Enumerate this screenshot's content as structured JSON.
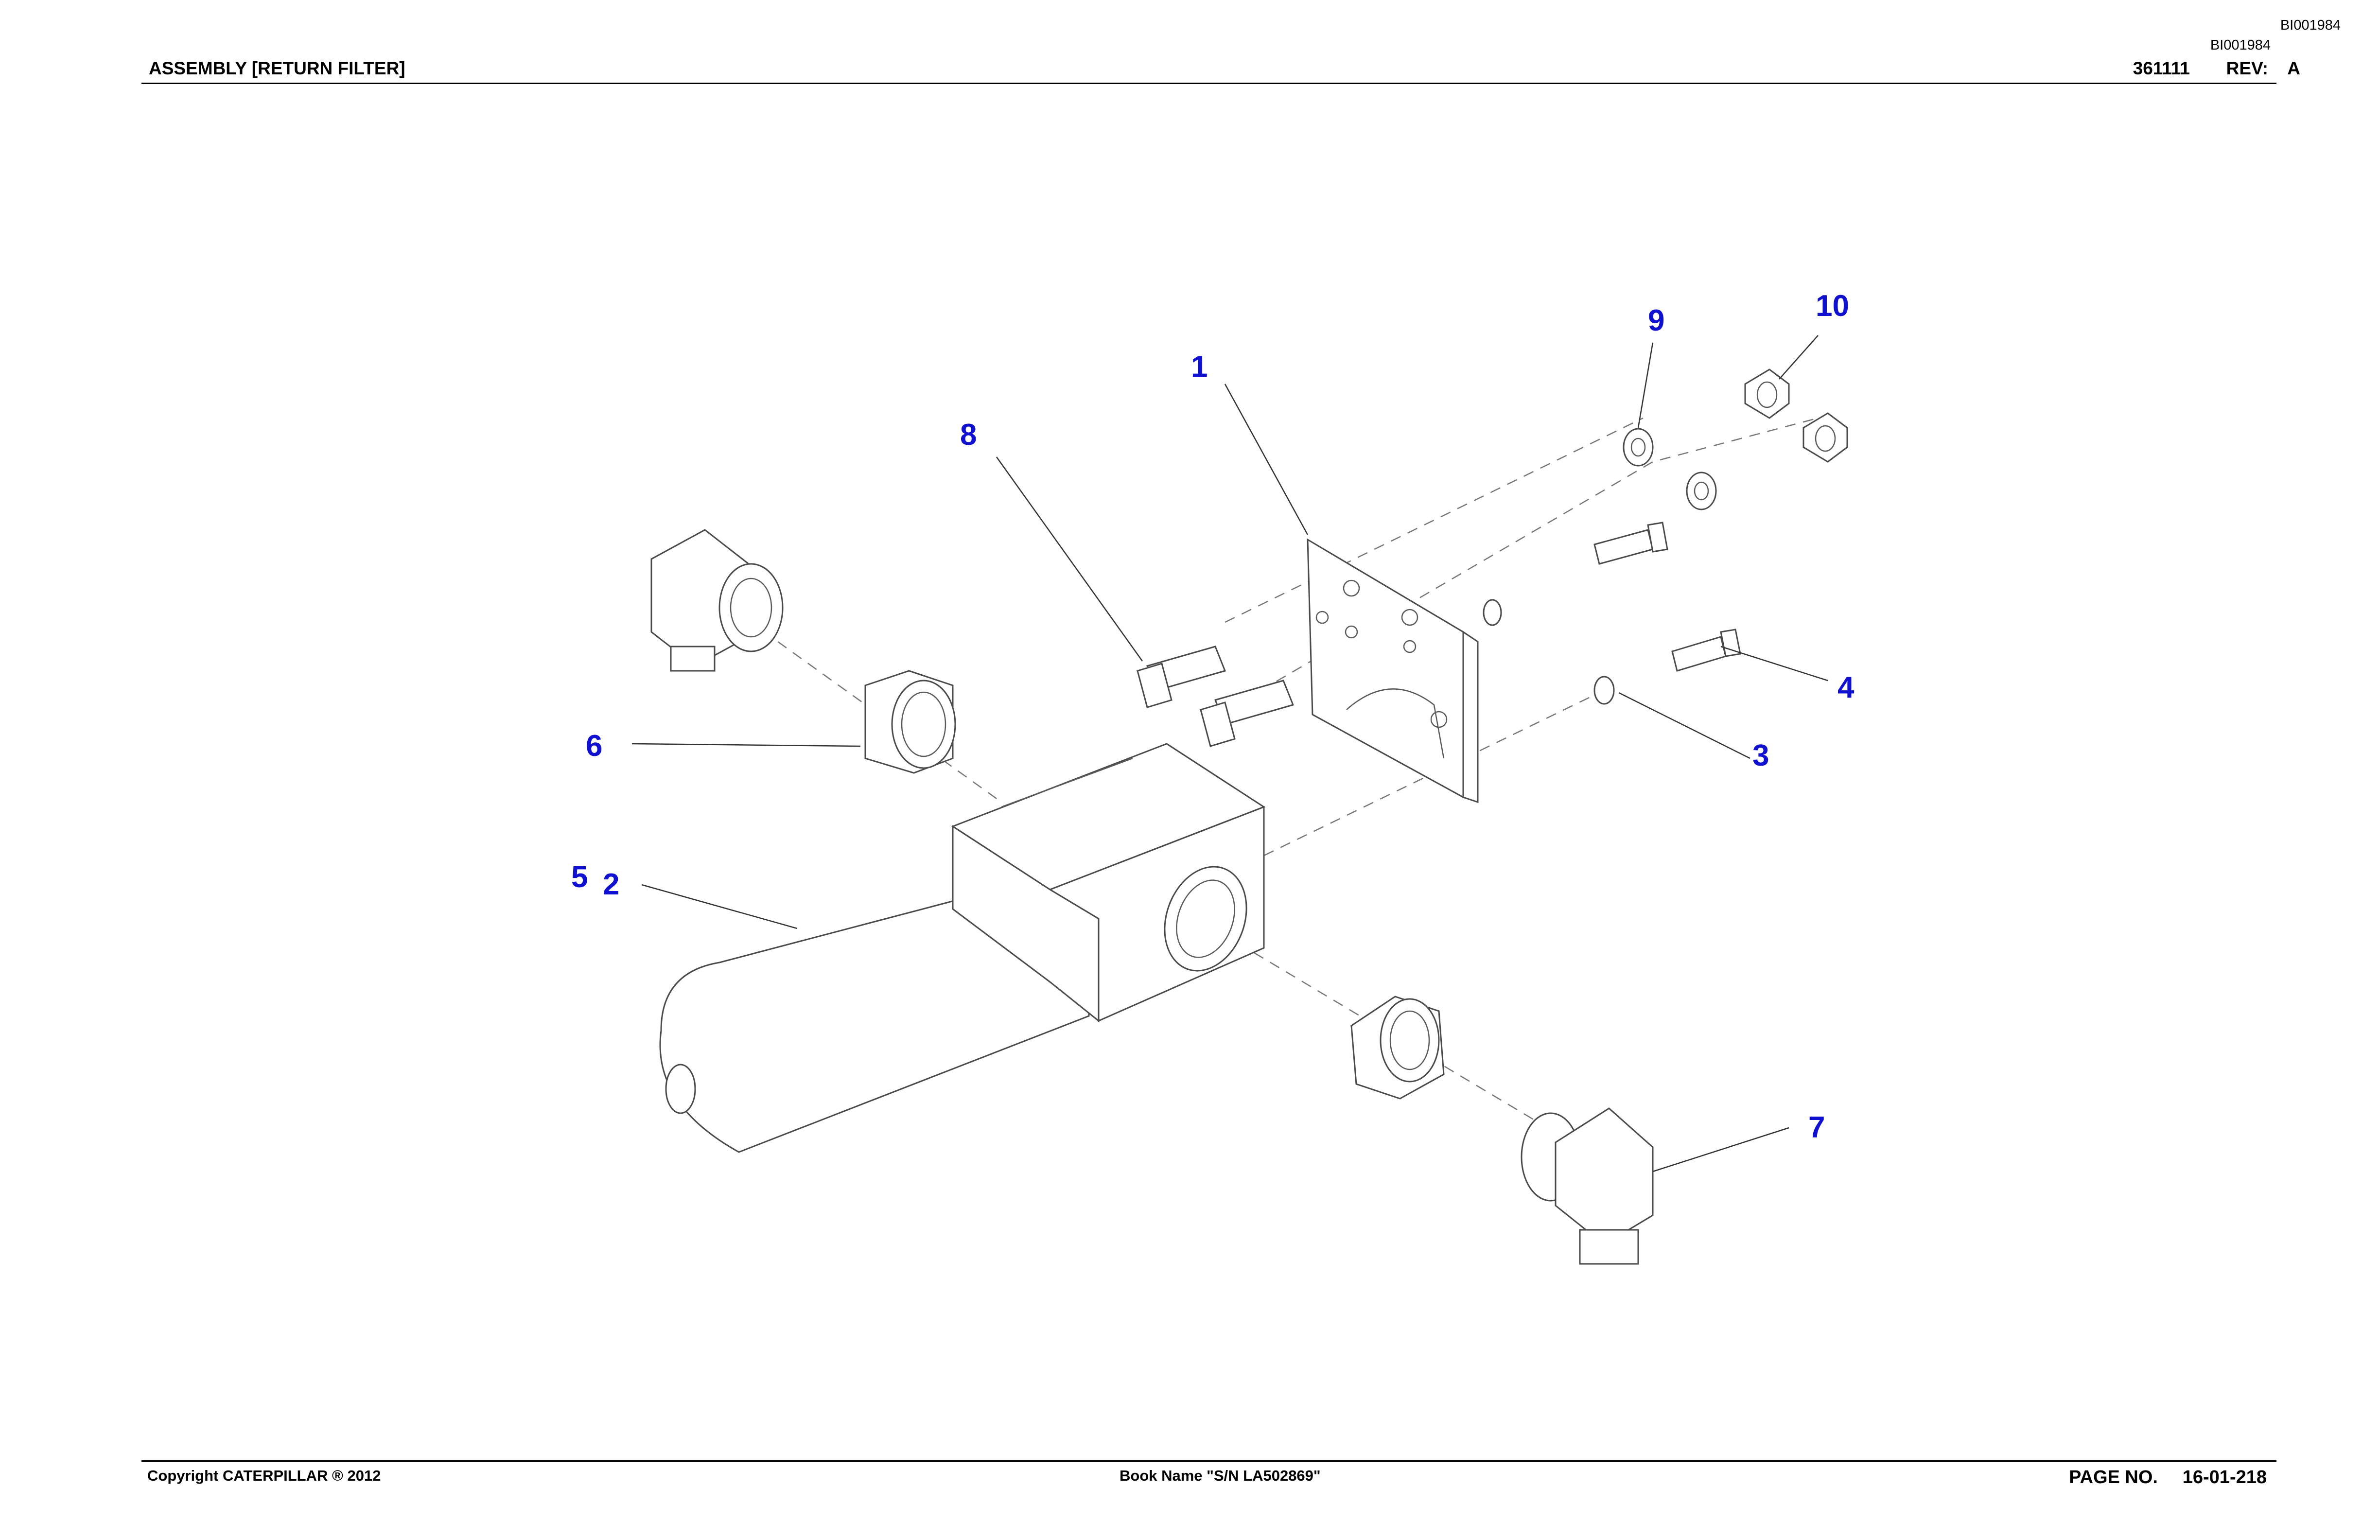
{
  "header": {
    "drawing_id_top": "BI001984",
    "drawing_id_second": "BI001984",
    "title": "ASSEMBLY [RETURN FILTER]",
    "part_number": "361111",
    "rev_label": "REV:",
    "rev_value": "A"
  },
  "callouts": [
    "1",
    "2",
    "3",
    "4",
    "5",
    "6",
    "7",
    "8",
    "9",
    "10"
  ],
  "footer": {
    "copyright": "Copyright CATERPILLAR ® 2012",
    "book_name": "Book Name \"S/N LA502869\"",
    "page_label": "PAGE NO.",
    "page_number": "16-01-218"
  },
  "colors": {
    "callout": "#1010d0",
    "linework": "#4a4a4a"
  },
  "drawing": "exploded-view-return-filter-assembly"
}
